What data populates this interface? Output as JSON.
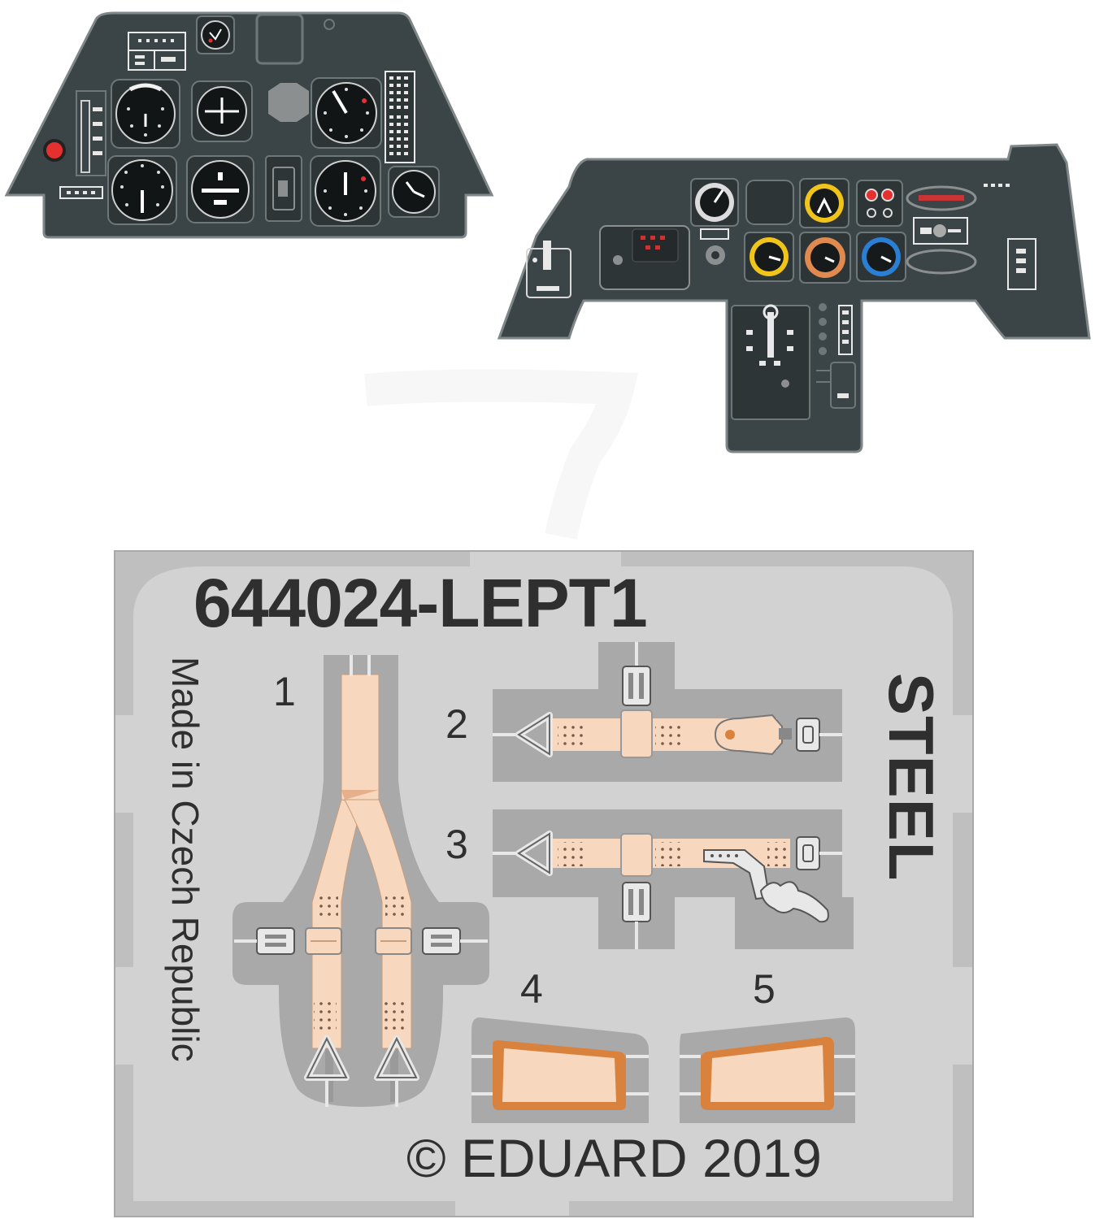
{
  "sheet": {
    "code": "644024-LEPT1",
    "origin": "Made in Czech Republic",
    "material": "STEEL",
    "copyright": "© EDUARD 2019",
    "part_numbers": [
      "1",
      "2",
      "3",
      "4",
      "5"
    ]
  },
  "colors": {
    "panel": "#3b4446",
    "panel_edge": "#7e8688",
    "fret": "#d2d2d2",
    "fret_dark": "#a9a9a9",
    "belt": "#f7d7bd",
    "orange_frame": "#d9823e",
    "text": "#2f2f2f",
    "gauge_yellow": "#f0c419",
    "gauge_orange": "#e08a50",
    "gauge_blue": "#2a7fd4",
    "warning_red": "#e53030"
  },
  "icons": [
    "instrument-gauge-icon",
    "warning-lamp-icon",
    "buckle-icon",
    "triangle-anchor-icon",
    "copyright-icon"
  ]
}
